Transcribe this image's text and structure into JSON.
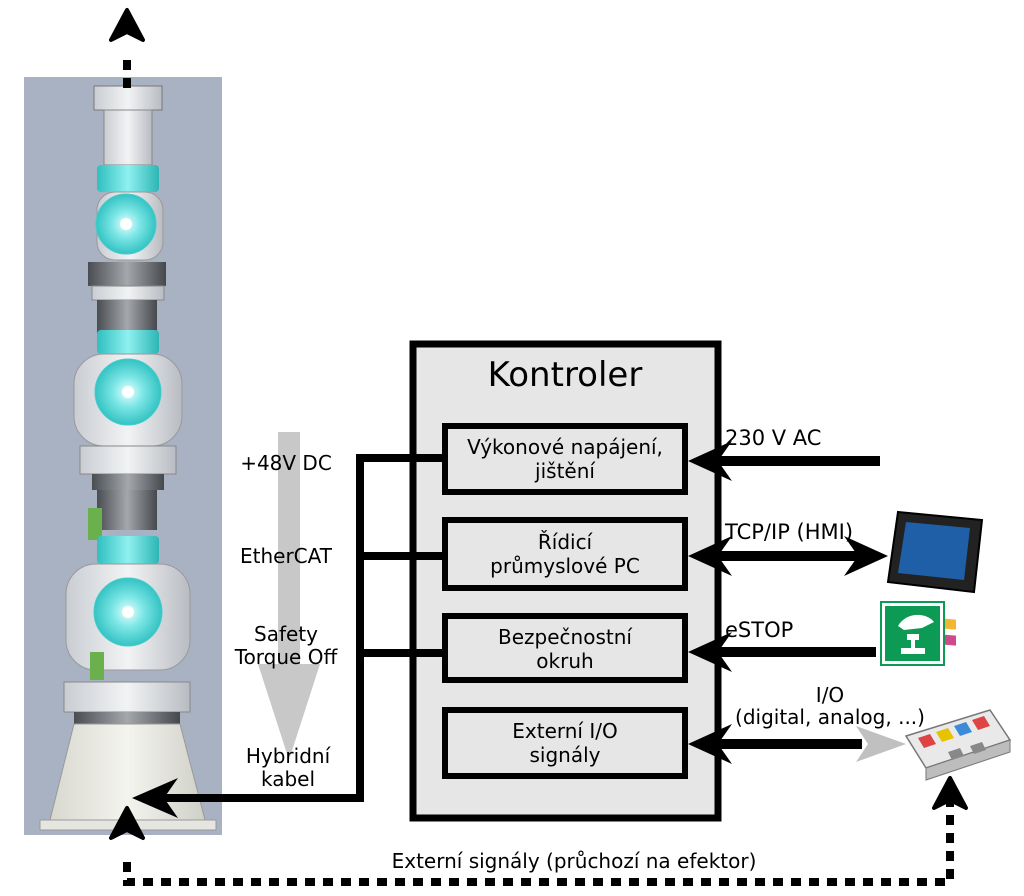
{
  "controller": {
    "title": "Kontroler",
    "modules": [
      {
        "line1": "Výkonové napájení,",
        "line2": "jištění"
      },
      {
        "line1": "Řídicí",
        "line2": "průmyslové PC"
      },
      {
        "line1": "Bezpečnostní",
        "line2": "okruh"
      },
      {
        "line1": "Externí I/O",
        "line2": "signály"
      }
    ]
  },
  "robot_side": {
    "power": "+48V DC",
    "bus": "EtherCAT",
    "safety_line1": "Safety",
    "safety_line2": "Torque Off",
    "cable_line1": "Hybridní",
    "cable_line2": "kabel"
  },
  "external": {
    "mains": "230 V AC",
    "hmi": "TCP/IP (HMI)",
    "estop": "eSTOP",
    "io_line1": "I/O",
    "io_line2": "(digital, analog, ...)",
    "passthrough": "Externí signály (průchozí na efektor)"
  },
  "colors": {
    "robot_panel": "#a9b2c3",
    "joint_cyan": "#59d8d8",
    "controller_fill": "#e6e6e6",
    "gray_arrow": "#c8c8c8",
    "estop_green": "#0c9a55"
  },
  "icons": {
    "robot": "robot-arm-image",
    "hmi": "tablet-hmi-icon",
    "estop": "emergency-stop-sign-icon",
    "io": "io-terminal-block-icon"
  }
}
